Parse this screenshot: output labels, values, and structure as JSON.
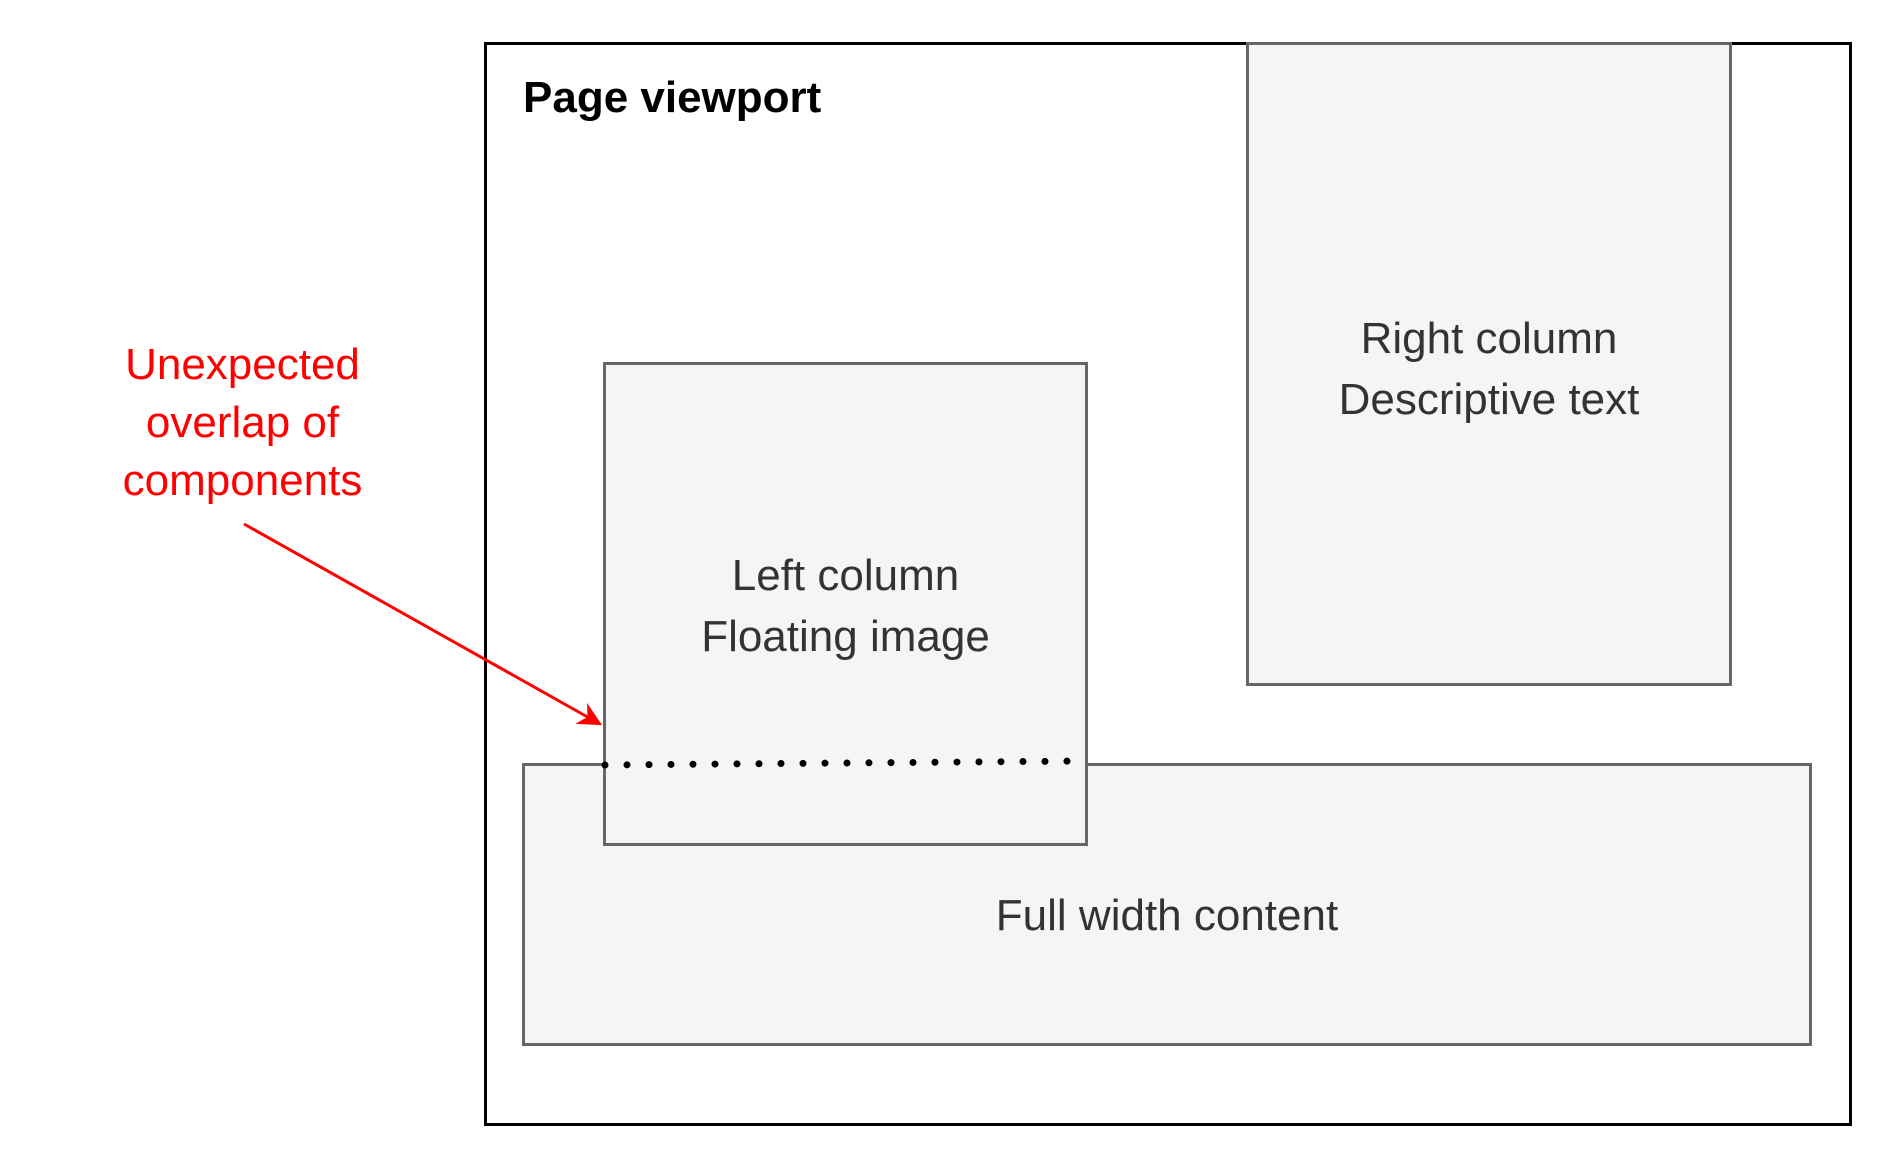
{
  "viewport": {
    "title": "Page viewport"
  },
  "right_column": {
    "line1": "Right column",
    "line2": "Descriptive text"
  },
  "left_column": {
    "line1": "Left column",
    "line2": "Floating image"
  },
  "full_width": {
    "label": "Full width content"
  },
  "annotation": {
    "line1": "Unexpected",
    "line2": "overlap of",
    "line3": "components",
    "color": "#ff0000"
  },
  "colors": {
    "box_fill": "#f5f5f5",
    "box_border": "#666666",
    "viewport_border": "#000000",
    "text": "#333333"
  }
}
